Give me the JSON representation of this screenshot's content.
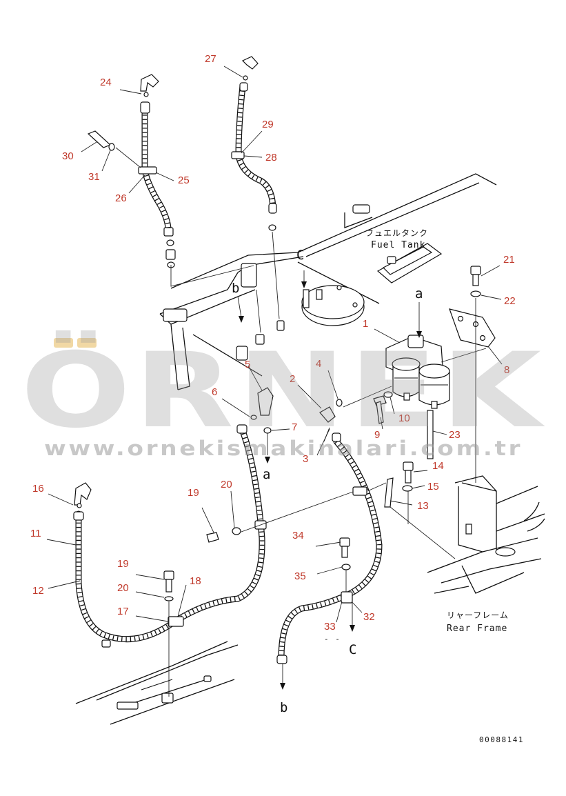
{
  "labels": {
    "fuel_tank_jp": "フュエルタンク",
    "fuel_tank_en": "Fuel Tank",
    "rear_frame_jp": "リャーフレーム",
    "rear_frame_en": "Rear Frame"
  },
  "callouts": {
    "a": "a",
    "b": "b",
    "c": "C",
    "dashes": "- -"
  },
  "part_numbers": {
    "p1": "1",
    "p2": "2",
    "p3": "3",
    "p4": "4",
    "p5": "5",
    "p6": "6",
    "p7": "7",
    "p8": "8",
    "p9": "9",
    "p10": "10",
    "p11": "11",
    "p12": "12",
    "p13": "13",
    "p14": "14",
    "p15": "15",
    "p16": "16",
    "p17": "17",
    "p18": "18",
    "p19": "19",
    "p20": "20",
    "p21": "21",
    "p22": "22",
    "p23": "23",
    "p24": "24",
    "p25": "25",
    "p26": "26",
    "p27": "27",
    "p28": "28",
    "p29": "29",
    "p30": "30",
    "p31": "31",
    "p32": "32",
    "p33": "33",
    "p34": "34",
    "p35": "35"
  },
  "drawing_code": "00088141",
  "watermark": {
    "brand": "ÖRNEK",
    "url": "www.ornekismakinalari.com.tr"
  },
  "colors": {
    "label": "#c0392b",
    "line": "#111111",
    "watermark": "#9a9a9a"
  }
}
